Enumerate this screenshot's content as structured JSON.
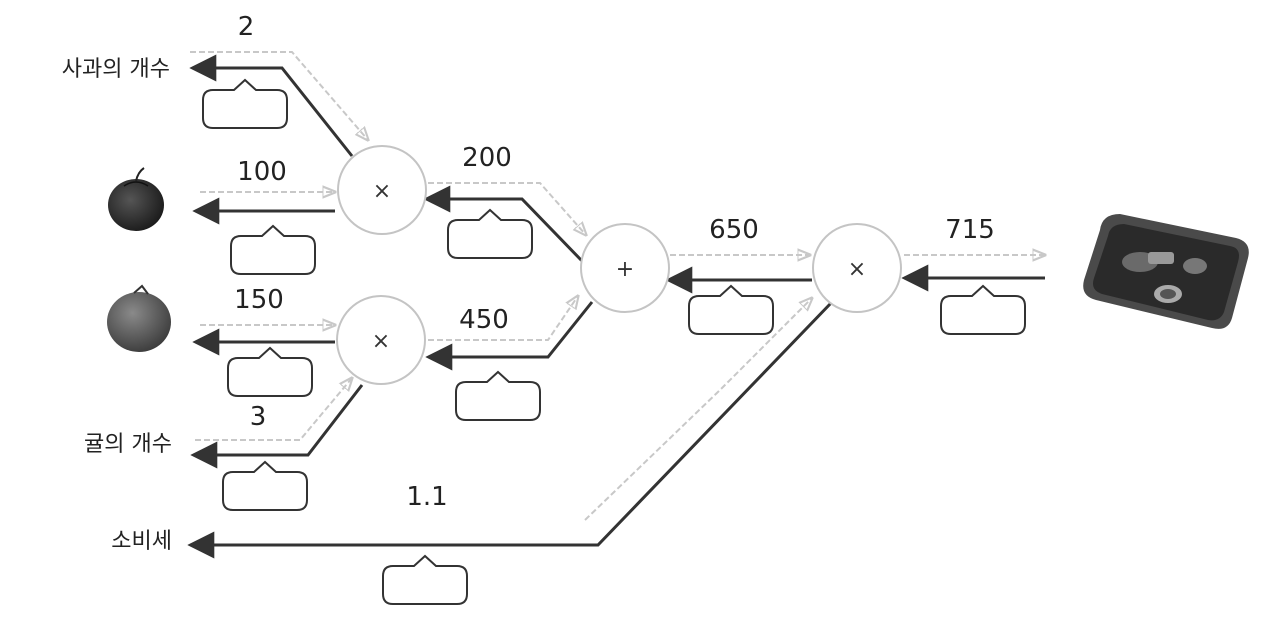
{
  "row_labels": {
    "apple_count": "사과의 개수",
    "orange_count": "귤의 개수",
    "tax": "소비세"
  },
  "forward_values": {
    "apple_count": "2",
    "apple_price": "100",
    "orange_price": "150",
    "orange_count": "3",
    "tax": "1.1",
    "apple_total": "200",
    "orange_total": "450",
    "sum": "650",
    "output": "715"
  },
  "nodes": {
    "mul_apple": "×",
    "mul_orange": "×",
    "add": "+",
    "mul_tax": "×"
  },
  "colors": {
    "backward_arrow": "#333333",
    "forward_arrow": "#c8c8c8",
    "node_border": "#c4c4c4",
    "apple": "#2a2a2a",
    "orange": "#555555",
    "tray": "#4a4a4a"
  },
  "icons": [
    "apple-icon",
    "orange-icon",
    "payment-tray-icon"
  ]
}
